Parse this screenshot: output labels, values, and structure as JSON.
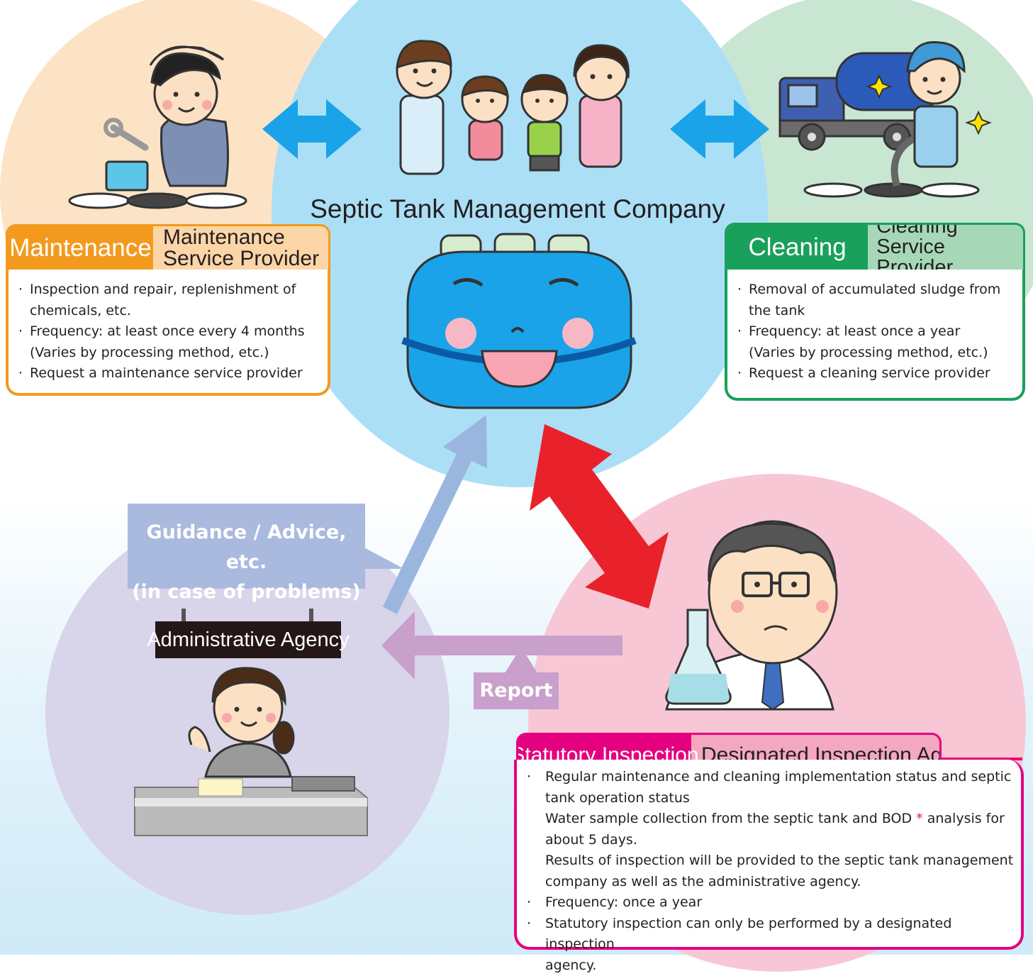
{
  "colors": {
    "maintenance_circle": "#fde3c6",
    "center_circle": "#abdff6",
    "cleaning_circle": "#c9e6d3",
    "agency_circle": "#d8d4ea",
    "inspection_circle": "#f7c7d5",
    "maintenance_accent": "#f39a1e",
    "cleaning_accent": "#19a05a",
    "inspection_accent": "#e5007f",
    "red_arrow": "#e8212b",
    "blue_arrow": "#1aa3e8"
  },
  "center": {
    "title": "Septic Tank Management Company"
  },
  "maintenance": {
    "tab": "Maintenance",
    "provider_line1": "Maintenance",
    "provider_line2": "Service Provider",
    "bullets": [
      "Inspection and repair, replenishment of",
      "chemicals, etc.",
      "Frequency: at least once every 4 months",
      "(Varies by processing method, etc.)",
      "Request a maintenance service provider"
    ]
  },
  "cleaning": {
    "tab": "Cleaning",
    "provider_line1": "Cleaning",
    "provider_line2": "Service Provider",
    "bullets": [
      "Removal of accumulated sludge from",
      "the tank",
      "Frequency: at least once a year",
      "(Varies by processing method, etc.)",
      "Request a cleaning service provider"
    ]
  },
  "agency": {
    "sign": "Administrative Agency",
    "guidance_line1": "Guidance / Advice, etc.",
    "guidance_line2": "(in case of problems)",
    "report": "Report"
  },
  "inspection": {
    "tab": "Statutory Inspection",
    "provider": "Designated Inspection Agency",
    "bullets": [
      "Regular maintenance and cleaning implementation status and septic",
      "tank operation status",
      "Water sample collection from the septic tank and BOD",
      "about 5 days.",
      "Results of inspection will be provided to the septic tank management",
      "company as well as the administrative agency.",
      "Frequency: once a year",
      "Statutory inspection can only be performed by a designated inspection",
      "agency."
    ],
    "asterisk": "*",
    "bod_suffix": "analysis for"
  }
}
